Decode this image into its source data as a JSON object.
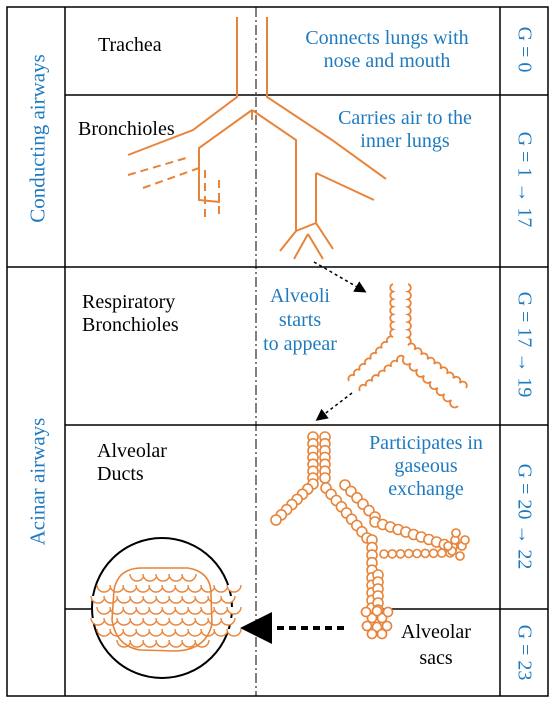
{
  "zones": {
    "conducting": "Conducting airways",
    "acinar": "Acinar airways"
  },
  "rows": [
    {
      "name": "Trachea",
      "desc_lines": [
        "Connects lungs with",
        "nose and mouth"
      ],
      "generation": "G = 0"
    },
    {
      "name": "Bronchioles",
      "desc_lines": [
        "Carries air to the",
        "inner lungs"
      ],
      "generation": "G = 1 → 17"
    },
    {
      "name_lines": [
        "Respiratory",
        "Bronchioles"
      ],
      "desc_lines": [
        "Alveoli",
        "starts",
        "to appear"
      ],
      "generation": "G = 17 → 19"
    },
    {
      "name_lines": [
        "Alveolar",
        "Ducts"
      ],
      "desc_lines": [
        "Participates in",
        "gaseous",
        "exchange"
      ],
      "generation": "G = 20 → 22"
    },
    {
      "name_lines": [
        "Alveolar",
        "sacs"
      ],
      "generation": "G = 23"
    }
  ],
  "colors": {
    "airway": "#e8843a",
    "text_blue": "#1f7bbf",
    "line": "#000000"
  }
}
